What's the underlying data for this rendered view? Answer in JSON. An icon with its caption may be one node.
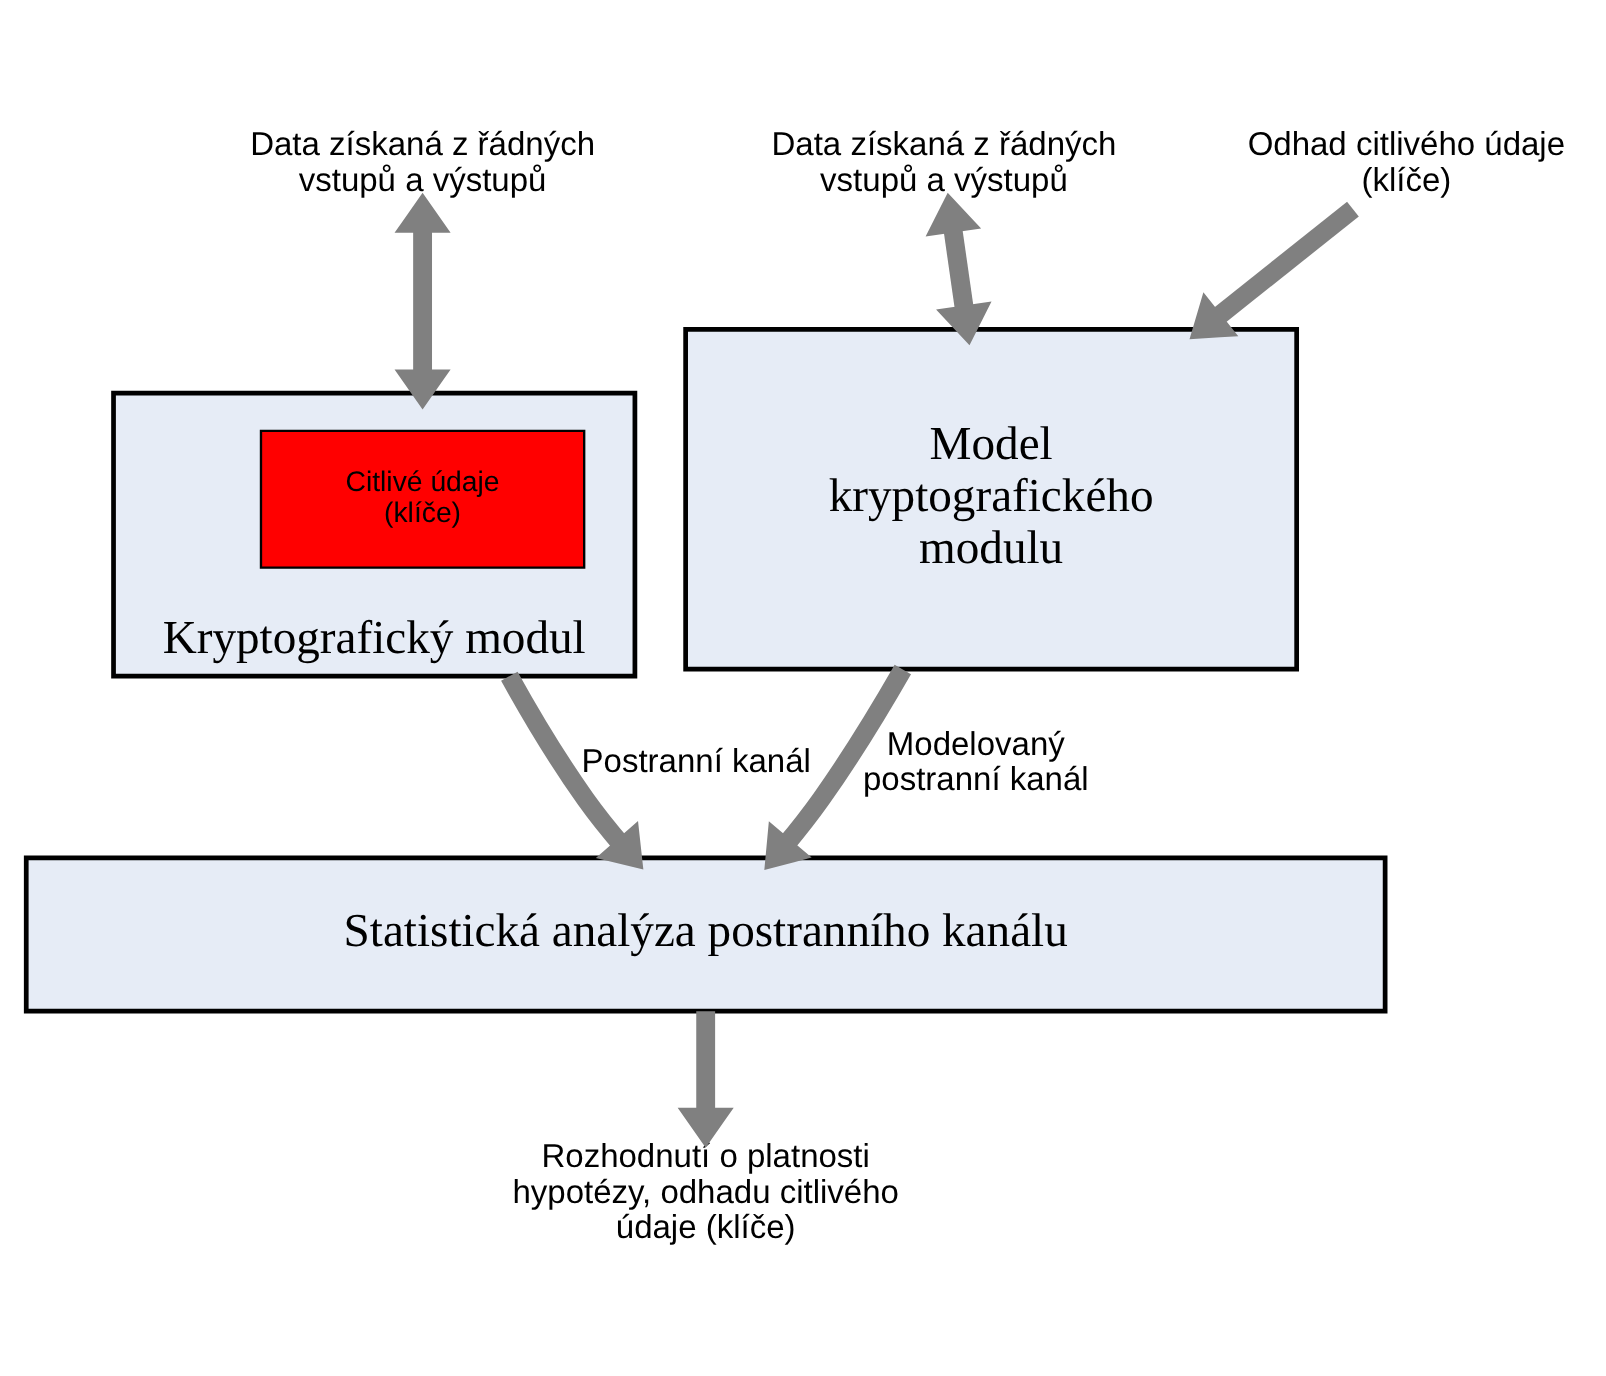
{
  "diagram": {
    "nodes": [
      {
        "text": [
          "Data získaná z řádných vstupů a výstupů"
        ]
      },
      {
        "text": [
          "Data získaná z řádných vstupů a výstupů"
        ]
      },
      {
        "text": [
          "Odhad citlivého údaje (klíče)"
        ]
      },
      {
        "text": [
          "Kryptografický modul"
        ]
      },
      {
        "text": [
          "Citlivé údaje (klíče)"
        ],
        "in": 3
      },
      {
        "text": [
          "Model kryptografického modulu"
        ]
      },
      {
        "text": [
          "Statistická analýza postranního kanálu"
        ]
      },
      {
        "text": [
          "Rozhodnutí o platnosti hypotézy, odhadu citlivého údaje (klíče)"
        ]
      }
    ],
    "edges": [
      {
        "from": 0,
        "to": 3,
        "arrow": "both"
      },
      {
        "from": 1,
        "to": 5,
        "arrow": "both"
      },
      {
        "from": 2,
        "to": 5,
        "arrow": "to"
      },
      {
        "from": 3,
        "to": 6,
        "arrow": "to",
        "label": "Postranní kanál"
      },
      {
        "from": 5,
        "to": 6,
        "arrow": "to",
        "label": "Modelovaný postranní kanál"
      },
      {
        "from": 6,
        "to": 7,
        "arrow": "to"
      }
    ]
  }
}
